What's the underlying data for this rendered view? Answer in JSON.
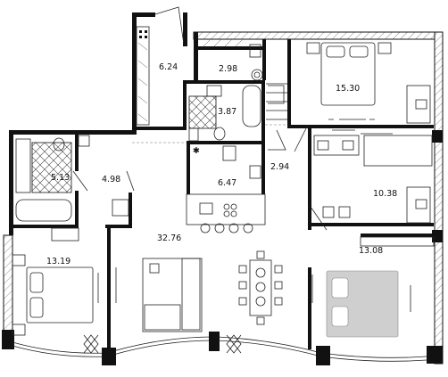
{
  "rooms": [
    {
      "id": "hall-top",
      "area": "6.24"
    },
    {
      "id": "storage",
      "area": "2.98"
    },
    {
      "id": "bathroom-upper",
      "area": "3.87"
    },
    {
      "id": "bedroom-top-right",
      "area": "15.30"
    },
    {
      "id": "bathroom-left",
      "area": "5.13"
    },
    {
      "id": "hall-left",
      "area": "4.98"
    },
    {
      "id": "kitchen",
      "area": "6.47"
    },
    {
      "id": "corridor-right",
      "area": "2.94"
    },
    {
      "id": "bedroom-middle-right",
      "area": "10.38"
    },
    {
      "id": "living-room",
      "area": "32.76"
    },
    {
      "id": "bedroom-bottom-left",
      "area": "13.19"
    },
    {
      "id": "bedroom-bottom-right",
      "area": "13.08"
    }
  ]
}
